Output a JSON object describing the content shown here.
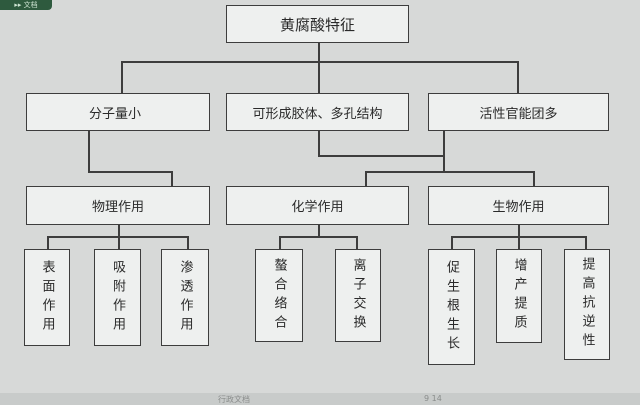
{
  "corner_tab": "▸▸ 文档",
  "title": "黄腐酸特征",
  "properties": [
    "分子量小",
    "可形成胶体、多孔结构",
    "活性官能团多"
  ],
  "actions": [
    "物理作用",
    "化学作用",
    "生物作用"
  ],
  "physical_effects": [
    "表面作用",
    "吸附作用",
    "渗透作用"
  ],
  "chemical_effects": [
    "螯合络合",
    "离子交换"
  ],
  "biological_effects": [
    "促生根生长",
    "增产提质",
    "提高抗逆性"
  ],
  "bottom_bar": {
    "left_text": "行政文档",
    "right_text": "9 14"
  }
}
